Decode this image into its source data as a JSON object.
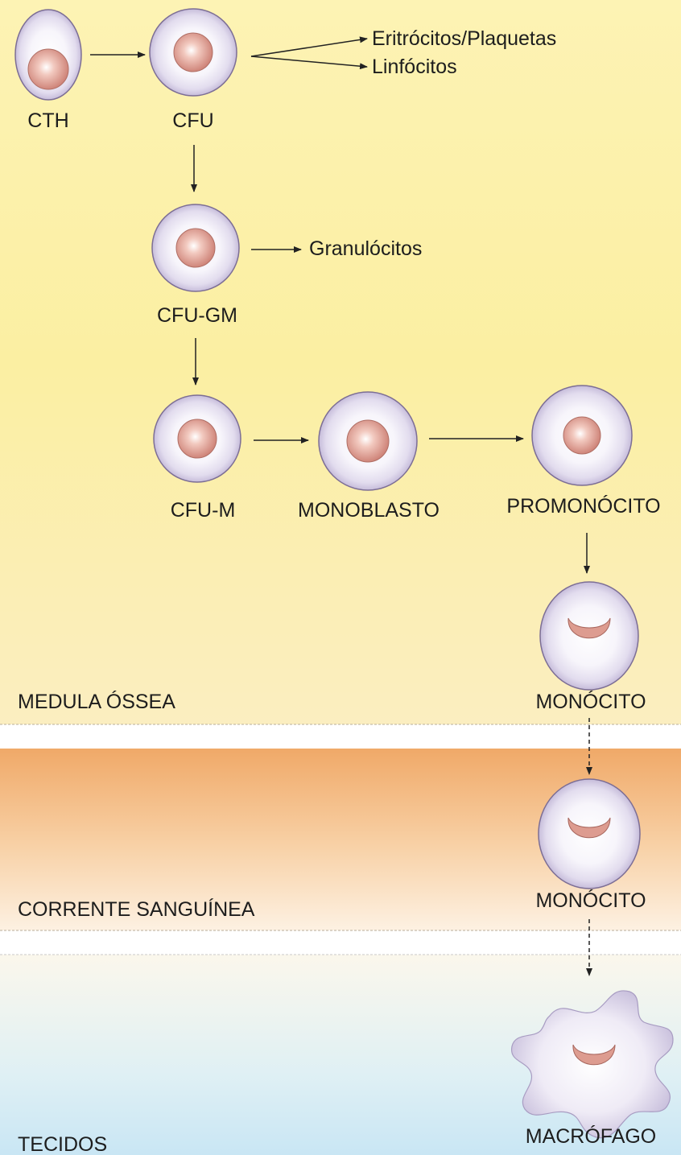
{
  "cells": {
    "cth": "CTH",
    "cfu": "CFU",
    "cfu_gm": "CFU-GM",
    "cfu_m": "CFU-M",
    "monoblasto": "MONOBLASTO",
    "promonocito": "PROMONÓCITO",
    "monocito_medula": "MONÓCITO",
    "monocito_sangue": "MONÓCITO",
    "macrofago": "MACRÓFAGO"
  },
  "branches": {
    "eritrocitos": "Eritrócitos/Plaquetas",
    "linfocitos": "Linfócitos",
    "granulocitos": "Granulócitos"
  },
  "zones": {
    "medula": "MEDULA ÓSSEA",
    "sangue": "CORRENTE SANGUÍNEA",
    "tecidos": "TECIDOS"
  },
  "colors": {
    "medula_bg": "#fbefa6",
    "sangue_bg": "#f2b072",
    "tecidos_bg": "#cfe8f4",
    "cell_border": "#7c6e95",
    "nucleus": "#d98f85",
    "arrow": "#222222"
  }
}
